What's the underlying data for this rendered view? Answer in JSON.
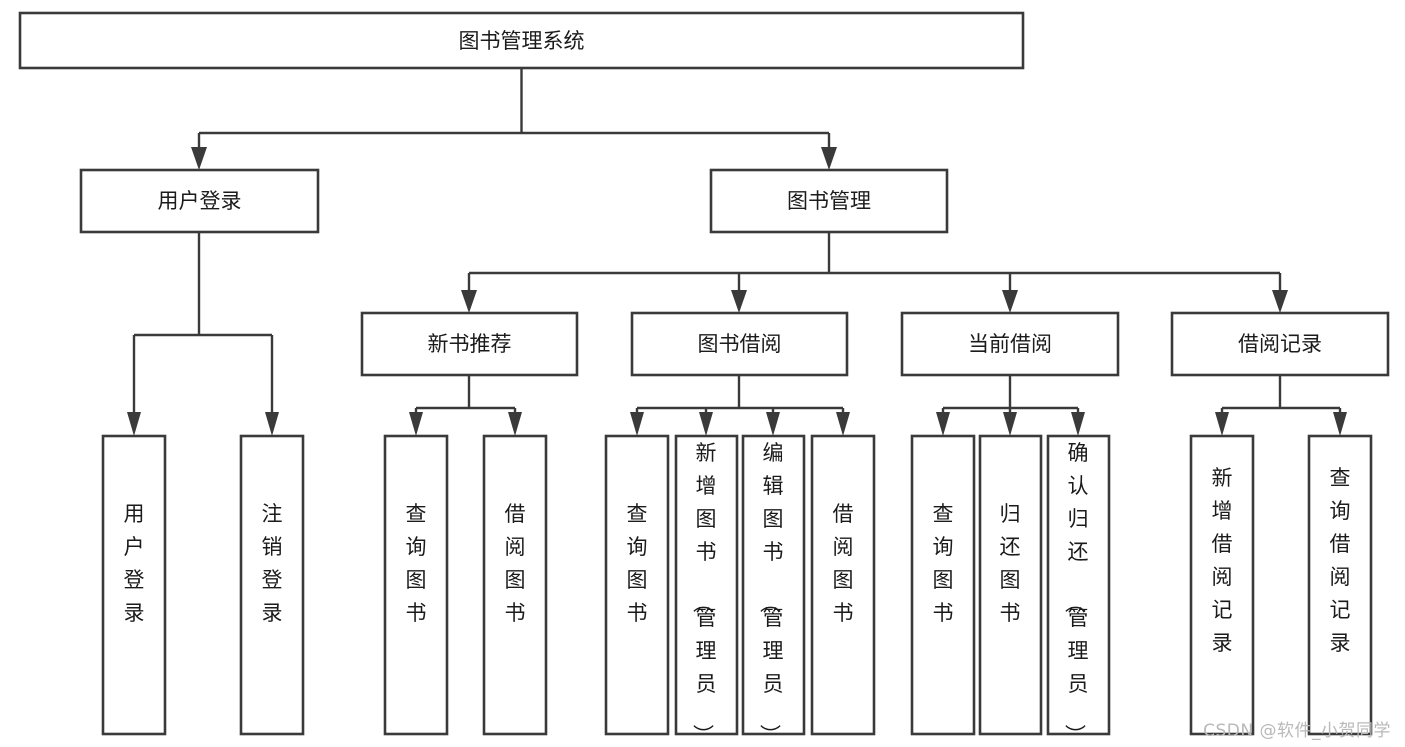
{
  "diagram": {
    "type": "tree-hierarchy-flowchart",
    "title": "图书管理系统",
    "root": {
      "id": "root",
      "label": "图书管理系统"
    },
    "level2": [
      {
        "id": "user-login",
        "label": "用户登录"
      },
      {
        "id": "book-manage",
        "label": "图书管理"
      }
    ],
    "level3": [
      {
        "id": "new-book-recommend",
        "label": "新书推荐",
        "parent": "book-manage"
      },
      {
        "id": "book-borrow",
        "label": "图书借阅",
        "parent": "book-manage"
      },
      {
        "id": "current-borrow",
        "label": "当前借阅",
        "parent": "book-manage"
      },
      {
        "id": "borrow-record",
        "label": "借阅记录",
        "parent": "book-manage"
      }
    ],
    "leaves": [
      {
        "id": "leaf-user-login",
        "label": "用户登录",
        "parent": "user-login"
      },
      {
        "id": "leaf-user-logout",
        "label": "注销登录",
        "parent": "user-login"
      },
      {
        "id": "leaf-query-book-1",
        "label": "查询图书",
        "parent": "new-book-recommend"
      },
      {
        "id": "leaf-borrow-book-1",
        "label": "借阅图书",
        "parent": "new-book-recommend"
      },
      {
        "id": "leaf-query-book-2",
        "label": "查询图书",
        "parent": "book-borrow"
      },
      {
        "id": "leaf-add-book",
        "label": "新增图书（管理员）",
        "parent": "book-borrow"
      },
      {
        "id": "leaf-edit-book",
        "label": "编辑图书（管理员）",
        "parent": "book-borrow"
      },
      {
        "id": "leaf-borrow-book-2",
        "label": "借阅图书",
        "parent": "book-borrow"
      },
      {
        "id": "leaf-query-book-3",
        "label": "查询图书",
        "parent": "current-borrow"
      },
      {
        "id": "leaf-return-book",
        "label": "归还图书",
        "parent": "current-borrow"
      },
      {
        "id": "leaf-confirm-return",
        "label": "确认归还（管理员）",
        "parent": "current-borrow"
      },
      {
        "id": "leaf-add-record",
        "label": "新增借阅记录",
        "parent": "borrow-record"
      },
      {
        "id": "leaf-query-record",
        "label": "查询借阅记录",
        "parent": "borrow-record"
      }
    ],
    "colors": {
      "stroke": "#3a3a3a",
      "fill": "#ffffff",
      "text": "#1b1b1b",
      "background": "#ffffff",
      "watermark": "#b9b9b9"
    }
  },
  "watermark": {
    "text": "CSDN @软件_小贺同学"
  }
}
